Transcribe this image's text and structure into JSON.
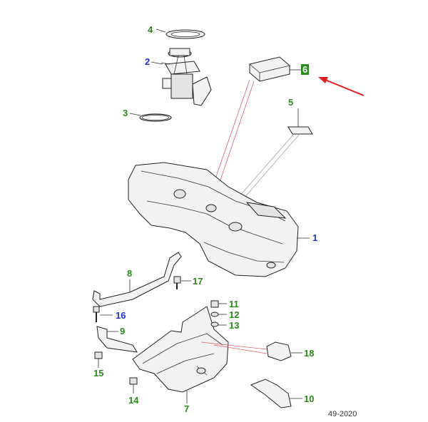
{
  "callouts": {
    "c1": "1",
    "c2": "2",
    "c3": "3",
    "c4": "4",
    "c5": "5",
    "c6": "6",
    "c7": "7",
    "c8": "8",
    "c9": "9",
    "c10": "10",
    "c11": "11",
    "c12": "12",
    "c13": "13",
    "c14": "14",
    "c15": "15",
    "c16": "16",
    "c17": "17",
    "c18": "18"
  },
  "diagram_code": "49-2020",
  "colors": {
    "green_label": "#2a8a1a",
    "blue_label": "#2032c8",
    "arrow": "#e02020",
    "highlight_box": "#2a8a1a"
  }
}
